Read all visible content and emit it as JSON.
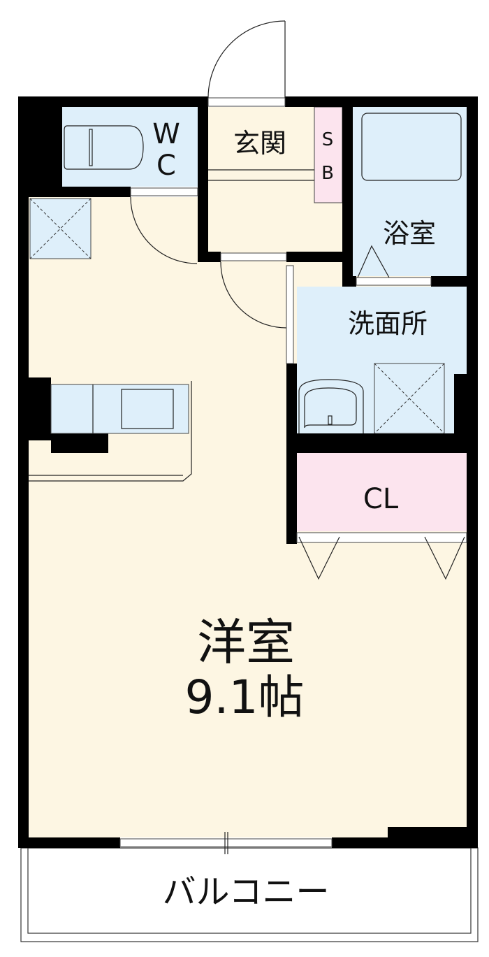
{
  "rooms": {
    "wc_line1": "W",
    "wc_line2": "C",
    "entrance": "玄関",
    "shoe_box_line1": "S",
    "shoe_box_line2": "B",
    "bathroom": "浴室",
    "washroom": "洗面所",
    "closet": "CL",
    "western_room": "洋室",
    "western_room_size": "9.1帖",
    "balcony": "バルコニー"
  },
  "colors": {
    "wet_area": "#deeffa",
    "living_area": "#fdf6e3",
    "storage": "#fce4ee",
    "wall": "#000000"
  }
}
